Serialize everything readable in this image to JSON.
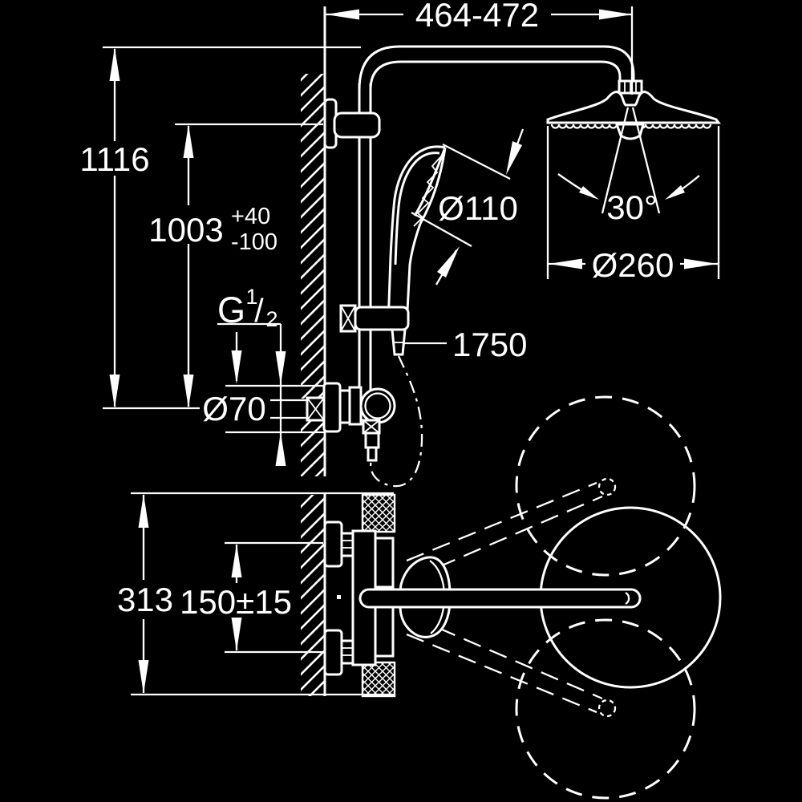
{
  "colors": {
    "background": "#000000",
    "line": "#ffffff"
  },
  "labels": {
    "top_width": "464-472",
    "height_total": "1116",
    "height_adjust": "1003",
    "tol_plus": "+40",
    "tol_minus": "-100",
    "thread_g": "G",
    "thread_num": "1",
    "thread_slash": "/",
    "thread_den": "2",
    "flange_dia": "Ø70",
    "hand_dia": "Ø110",
    "hose_len": "1750",
    "swivel_angle": "30°",
    "head_dia": "Ø260",
    "section_height": "313",
    "port_spacing": "150±15"
  }
}
